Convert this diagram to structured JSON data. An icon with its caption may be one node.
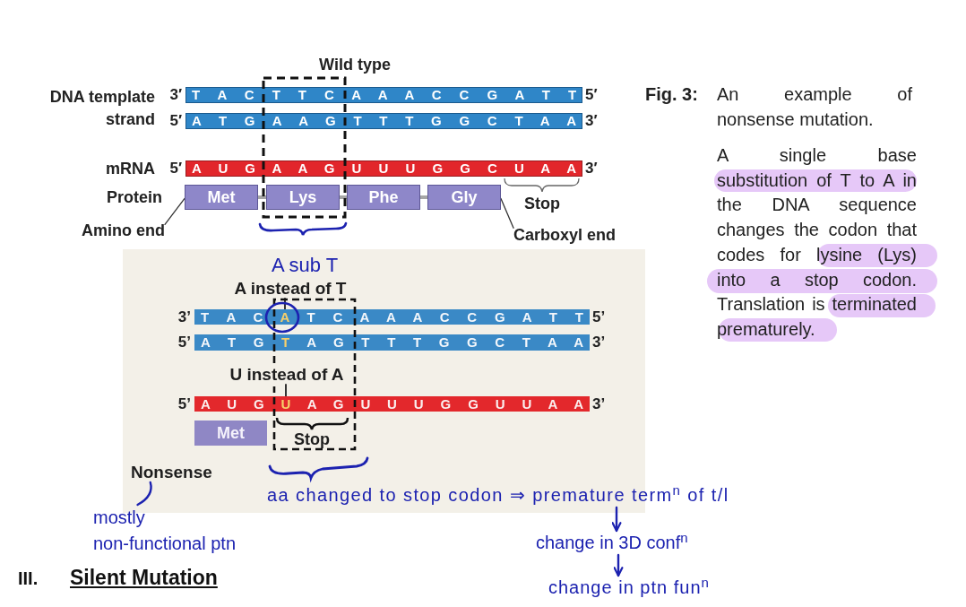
{
  "diagram": {
    "caption": "**Fig. 3:** An example of nonsense mutation.",
    "nodes": [
      {
        "text": [
          "T A C T T C A A A C C G A T T"
        ],
        "beside": [
          "3′",
          "5′"
        ]
      },
      {
        "text": [
          "A T G A A G T T T G G C T A A"
        ],
        "beside": [
          "5′",
          "3′"
        ]
      },
      {
        "text": [
          "A U G A A G U U U G G C U A A"
        ],
        "beside": [
          "5′",
          "3′"
        ]
      },
      {
        "text": [
          "Met"
        ]
      },
      {
        "text": [
          "Lys"
        ]
      },
      {
        "text": [
          "Phe"
        ]
      },
      {
        "text": [
          "Gly"
        ]
      },
      {
        "text": [
          "Amino end"
        ]
      },
      {
        "text": [
          "Carboxyl end"
        ]
      },
      {
        "text": [],
        "shape": "box"
      },
      {
        "text": [
          "A instead of T"
        ],
        "in": 9
      },
      {
        "text": [
          "T A C A T C A A A C C G A T T"
        ],
        "beside": [
          "3’",
          "5’"
        ],
        "in": 9
      },
      {
        "text": [
          "A T G T A G T T T G G C T A A"
        ],
        "beside": [
          "5’",
          "3’"
        ],
        "in": 9
      },
      {
        "text": [
          "U instead of A"
        ],
        "in": 9
      },
      {
        "text": [
          "A U G U A G U U U G G U U A A"
        ],
        "beside": [
          "5’",
          "3’"
        ],
        "in": 9
      },
      {
        "text": [
          "Met"
        ],
        "in": 9
      },
      {
        "text": [
          "Nonsense"
        ],
        "in": 9
      },
      {
        "text": [
          "mostly non-functional ptn"
        ]
      },
      {
        "text": [
          "aa changed to stop codon ⇒ premature term$^{n}$ of t/l"
        ]
      },
      {
        "text": [
          "change in 3D conf$^{n}$"
        ]
      },
      {
        "text": [
          "change in ptn fun$^{n}$"
        ]
      }
    ],
    "edges": [
      {
        "from": 3,
        "to": 4,
        "arrow": "none",
        "color": "#a6a6a6"
      },
      {
        "from": 4,
        "to": 5,
        "arrow": "none",
        "color": "#a6a6a6"
      },
      {
        "from": 5,
        "to": 6,
        "arrow": "none",
        "color": "#a6a6a6"
      },
      {
        "from": 7,
        "to": 3,
        "arrow": "none"
      },
      {
        "from": 8,
        "to": 6,
        "arrow": "none"
      },
      {
        "from": 10,
        "to": 11,
        "arrow": "none"
      },
      {
        "from": 13,
        "to": 14,
        "arrow": "none"
      },
      {
        "from": 16,
        "to": 17,
        "arrow": "none",
        "color": "#1c22b0"
      },
      {
        "from": 18,
        "to": 19,
        "arrow": "to",
        "color": "#1c22b0"
      },
      {
        "from": 19,
        "to": 20,
        "arrow": "to",
        "color": "#1c22b0"
      }
    ],
    "labels": [
      "Wild type",
      "DNA template strand",
      "mRNA",
      "Protein",
      "Stop",
      "A single base substitution of T to A in the DNA sequence changes the codon that codes for lysine (Lys) into a stop codon. Translation is terminated prematurely.",
      "A sub T",
      "Stop",
      "III.",
      "Silent Mutation"
    ]
  }
}
